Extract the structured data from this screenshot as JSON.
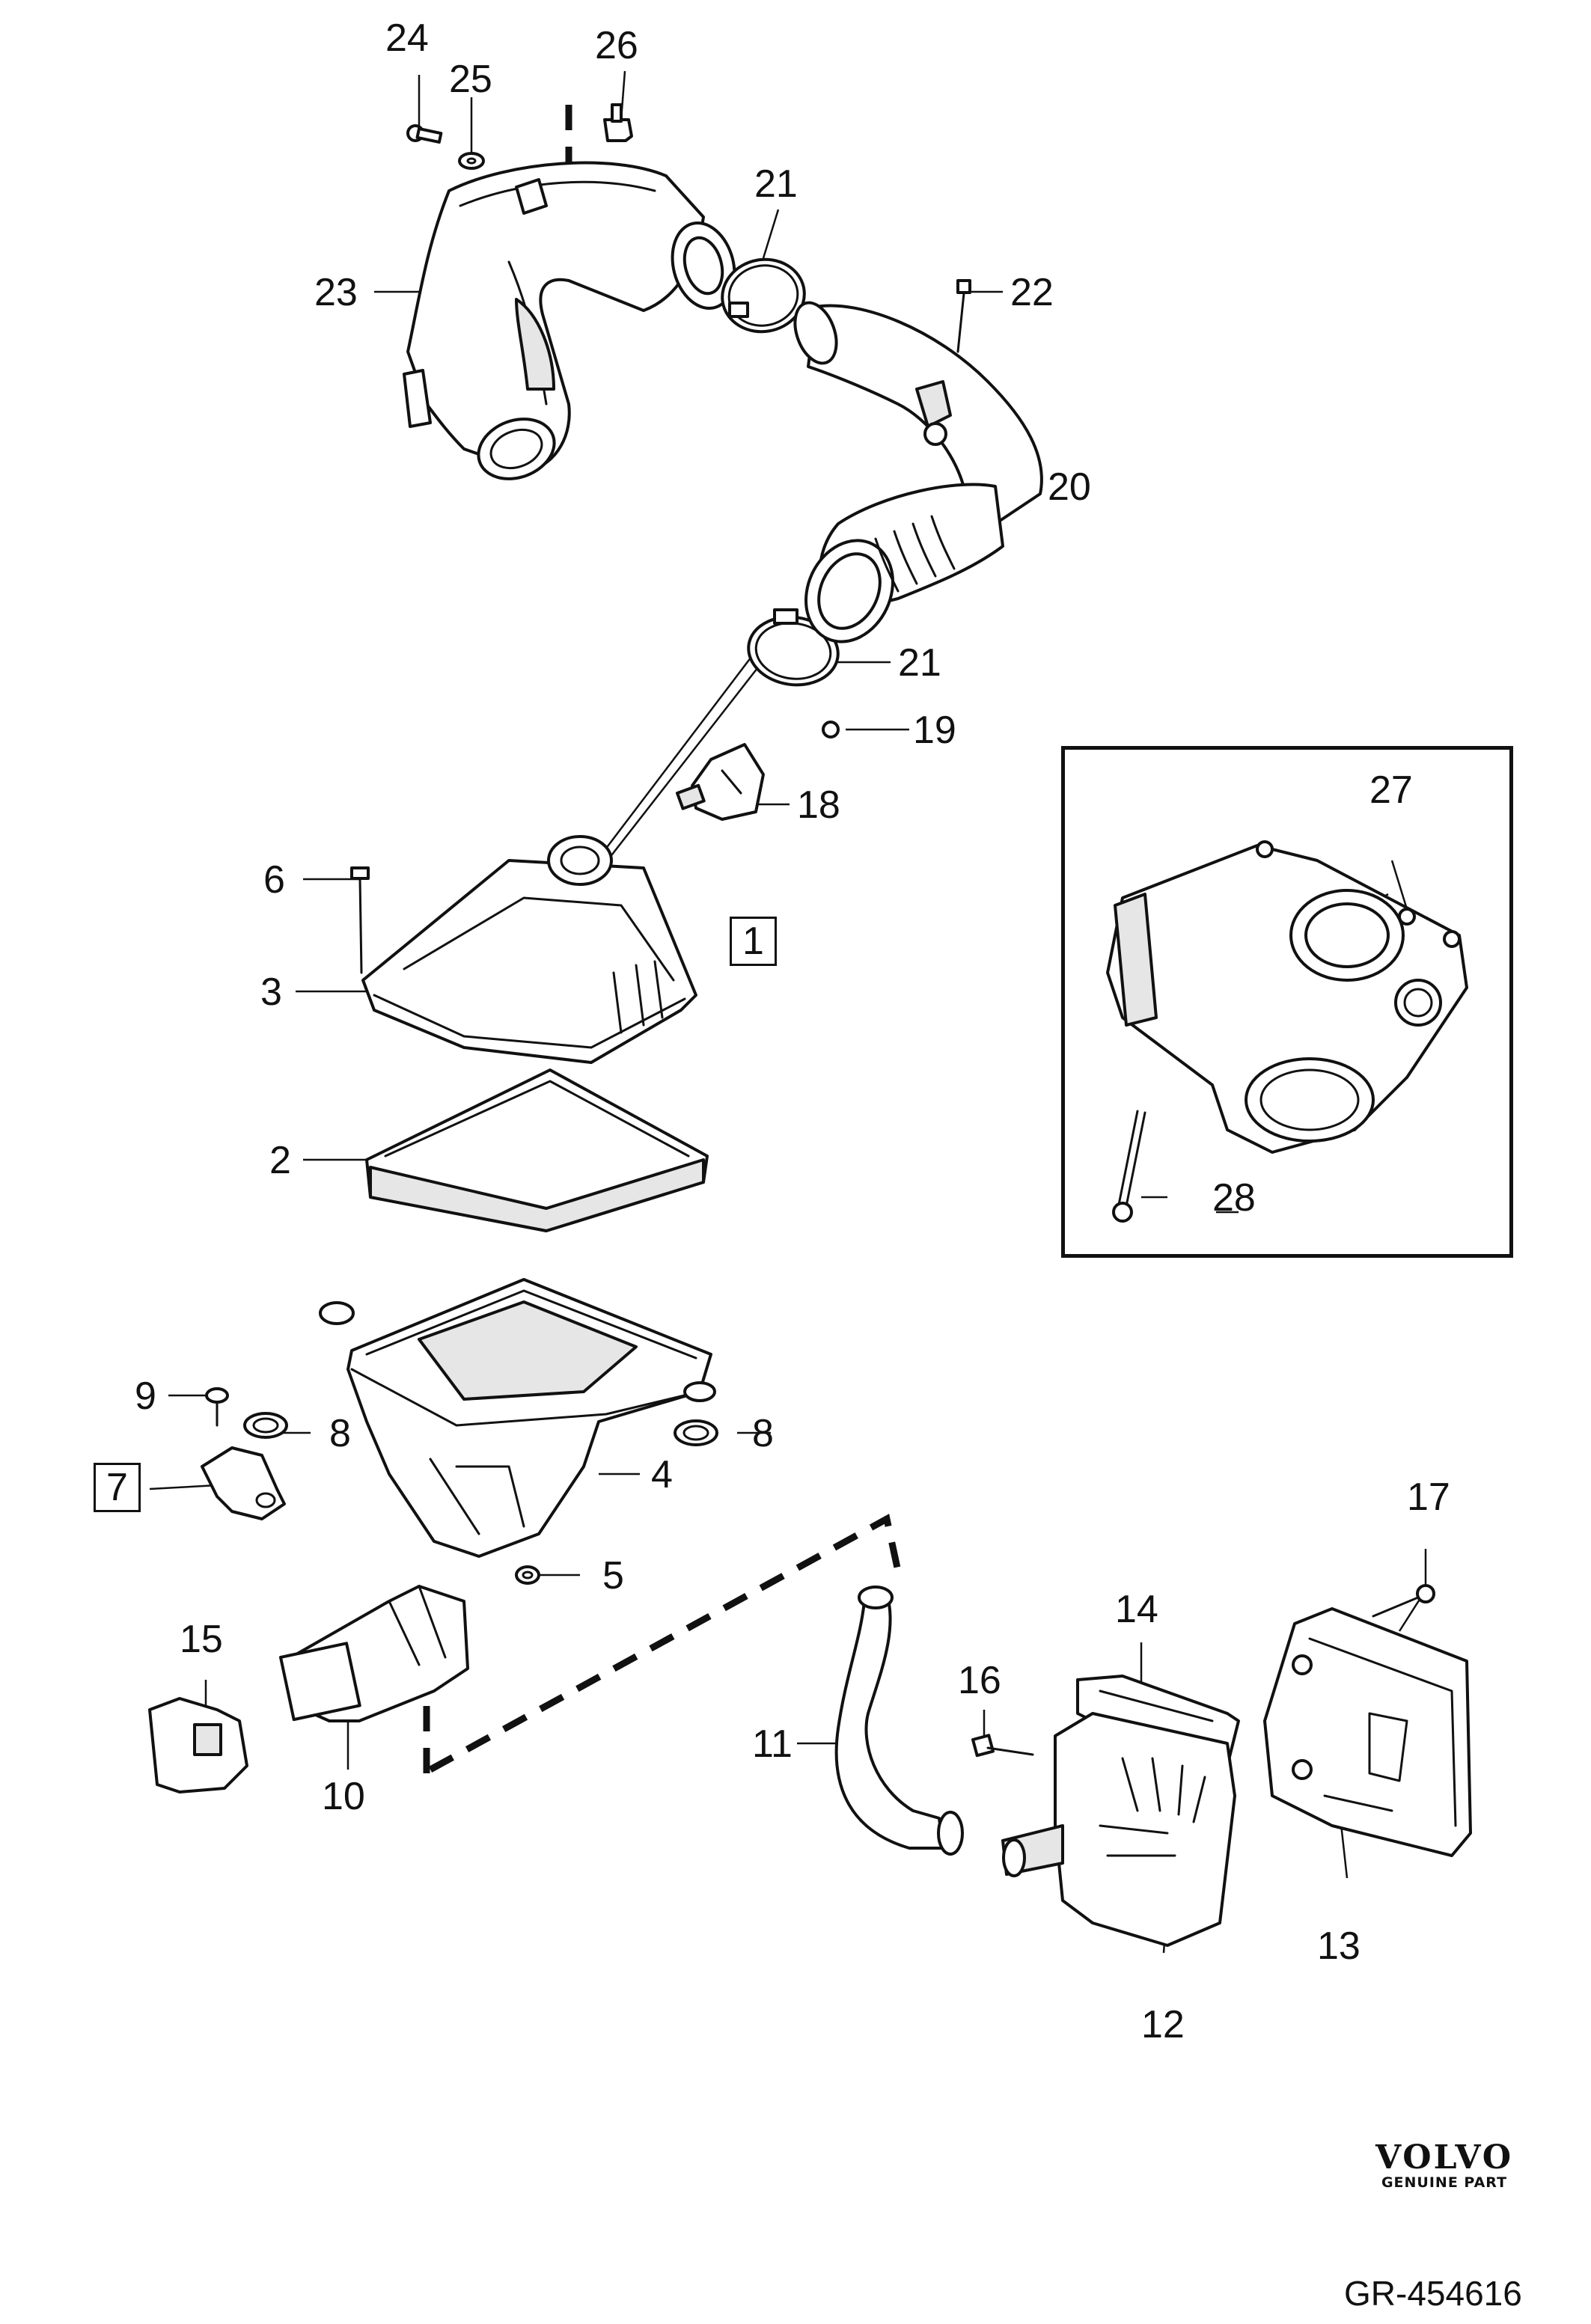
{
  "diagram": {
    "callouts": [
      {
        "id": "24",
        "text": "24",
        "boxed": false
      },
      {
        "id": "25",
        "text": "25",
        "boxed": false
      },
      {
        "id": "26",
        "text": "26",
        "boxed": false
      },
      {
        "id": "21a",
        "text": "21",
        "boxed": false
      },
      {
        "id": "23",
        "text": "23",
        "boxed": false
      },
      {
        "id": "22",
        "text": "22",
        "boxed": false
      },
      {
        "id": "20",
        "text": "20",
        "boxed": false
      },
      {
        "id": "21b",
        "text": "21",
        "boxed": false
      },
      {
        "id": "19",
        "text": "19",
        "boxed": false
      },
      {
        "id": "18",
        "text": "18",
        "boxed": false
      },
      {
        "id": "6",
        "text": "6",
        "boxed": false
      },
      {
        "id": "1",
        "text": "1",
        "boxed": true
      },
      {
        "id": "3",
        "text": "3",
        "boxed": false
      },
      {
        "id": "2",
        "text": "2",
        "boxed": false
      },
      {
        "id": "27",
        "text": "27",
        "boxed": false
      },
      {
        "id": "28",
        "text": "28",
        "boxed": false
      },
      {
        "id": "9",
        "text": "9",
        "boxed": false
      },
      {
        "id": "8a",
        "text": "8",
        "boxed": false
      },
      {
        "id": "8b",
        "text": "8",
        "boxed": false
      },
      {
        "id": "7",
        "text": "7",
        "boxed": true
      },
      {
        "id": "4",
        "text": "4",
        "boxed": false
      },
      {
        "id": "5",
        "text": "5",
        "boxed": false
      },
      {
        "id": "17",
        "text": "17",
        "boxed": false
      },
      {
        "id": "14",
        "text": "14",
        "boxed": false
      },
      {
        "id": "15",
        "text": "15",
        "boxed": false
      },
      {
        "id": "16",
        "text": "16",
        "boxed": false
      },
      {
        "id": "11",
        "text": "11",
        "boxed": false
      },
      {
        "id": "10",
        "text": "10",
        "boxed": false
      },
      {
        "id": "13",
        "text": "13",
        "boxed": false
      },
      {
        "id": "12",
        "text": "12",
        "boxed": false
      }
    ]
  },
  "brand": {
    "name": "VOLVO",
    "subtitle": "GENUINE PART"
  },
  "reference_code": "GR-454616"
}
